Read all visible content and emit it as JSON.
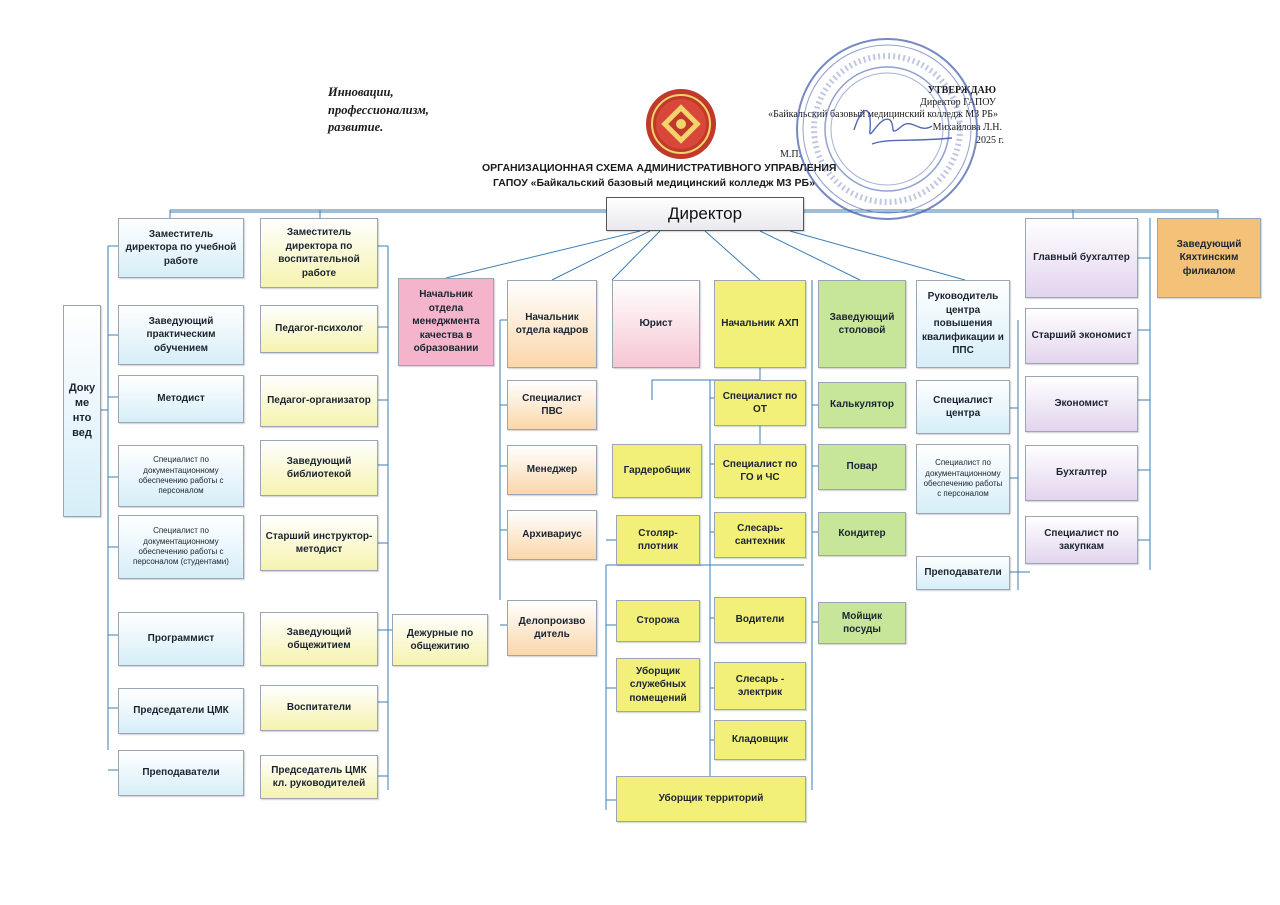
{
  "header": {
    "motto": [
      "Инновации,",
      "профессионализм,",
      "развитие."
    ],
    "title_line1": "ОРГАНИЗАЦИОННАЯ СХЕМА АДМИНИСТРАТИВНОГО УПРАВЛЕНИЯ",
    "title_line2": "ГАПОУ «Байкальский базовый медицинский колледж МЗ РБ»"
  },
  "approval": {
    "heading": "УТВЕРЖДАЮ",
    "line1": "Директор ГАПОУ",
    "line2": "«Байкальский базовый медицинский колледж МЗ РБ»",
    "line3": "Михайлова Л.Н.",
    "line4": "2025 г.",
    "mp": "М.П."
  },
  "director": "Директор",
  "columns": {
    "academic": [
      "Заместитель директора по учебной работе",
      "Заведующий практическим обучением",
      "Методист",
      "Специалист по документационному обеспечению работы с персоналом",
      "Специалист по документационному обеспечению работы с персоналом (студентами)",
      "Программист",
      "Председатели ЦМК",
      "Преподаватели"
    ],
    "docved": "Доку ме нто вед",
    "educational": [
      "Заместитель директора по воспитательной работе",
      "Педагог-психолог",
      "Педагог-организатор",
      "Заведующий библиотекой",
      "Старший инструктор-методист",
      "Заведующий общежитием",
      "Воспитатели",
      "Председатель ЦМК кл. руководителей"
    ],
    "dormitory_duty": "Дежурные по общежитию",
    "quality": "Начальник отдела менеджмента качества в образовании",
    "hr": [
      "Начальник отдела кадров",
      "Специалист ПВС",
      "Менеджер",
      "Архивариус",
      "Делопроизво дитель"
    ],
    "lawyer": "Юрист",
    "cloakroom": "Гардеробщик",
    "aho_left": [
      "Столяр-плотник",
      "Сторожа",
      "Уборщик служебных помещений"
    ],
    "aho": [
      "Начальник АХП",
      "Специалист по ОТ",
      "Специалист по ГО и ЧС",
      "Слесарь-сантехник",
      "Водители",
      "Слесарь - электрик",
      "Кладовщик"
    ],
    "territory_cleaner": "Уборщик территорий",
    "canteen": [
      "Заведующий столовой",
      "Калькулятор",
      "Повар",
      "Кондитер",
      "Мойщик посуды"
    ],
    "training_center": [
      "Руководитель центра повышения квалификации и ППС",
      "Специалист центра",
      "Специалист по документационному обеспечению работы с персоналом",
      "Преподаватели"
    ],
    "accounting": [
      "Главный бухгалтер",
      "Старший экономист",
      "Экономист",
      "Бухгалтер",
      "Специалист по закупкам"
    ],
    "branch": "Заведующий Кяхтинским филиалом"
  },
  "colors": {
    "lines": "#3d7fb5",
    "blue": "#d6eef8",
    "yellow": "#f6f3ae",
    "orange": "#fbd7aa",
    "pink": "#f4b5cc",
    "aho_yellow": "#f3f07a",
    "canteen_green": "#c8e69a",
    "accounting_lavender": "#e2d4ee",
    "branch_orange": "#f4c178",
    "seal_blue": "#4a62b0",
    "logo_red": "#c0392b"
  },
  "icons": {
    "logo": "college-emblem-icon",
    "seal": "official-seal-icon",
    "signature": "signature-icon"
  }
}
